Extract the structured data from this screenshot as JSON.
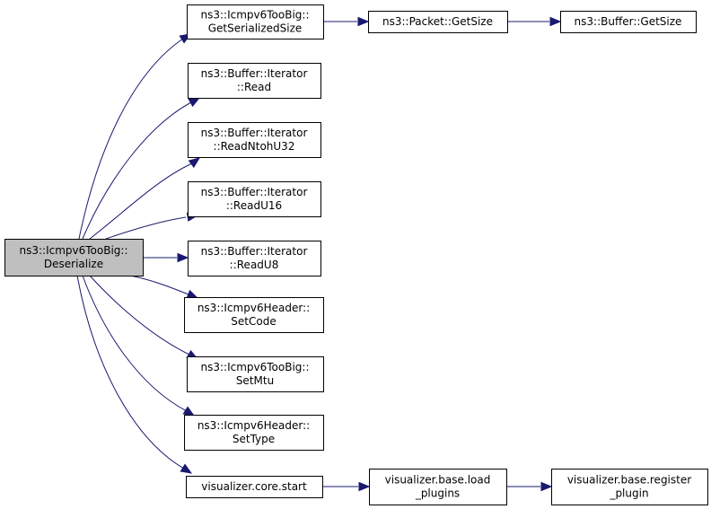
{
  "nodes": [
    {
      "id": "root",
      "lines": [
        "ns3::Icmpv6TooBig::",
        "Deserialize"
      ],
      "root": true
    },
    {
      "id": "getserializedsize",
      "lines": [
        "ns3::Icmpv6TooBig::",
        "GetSerializedSize"
      ]
    },
    {
      "id": "packet-getsize",
      "lines": [
        "ns3::Packet::GetSize"
      ]
    },
    {
      "id": "buffer-getsize",
      "lines": [
        "ns3::Buffer::GetSize"
      ]
    },
    {
      "id": "iter-read",
      "lines": [
        "ns3::Buffer::Iterator",
        "::Read"
      ]
    },
    {
      "id": "iter-readntohu32",
      "lines": [
        "ns3::Buffer::Iterator",
        "::ReadNtohU32"
      ]
    },
    {
      "id": "iter-readu16",
      "lines": [
        "ns3::Buffer::Iterator",
        "::ReadU16"
      ]
    },
    {
      "id": "iter-readu8",
      "lines": [
        "ns3::Buffer::Iterator",
        "::ReadU8"
      ]
    },
    {
      "id": "setcode",
      "lines": [
        "ns3::Icmpv6Header::",
        "SetCode"
      ]
    },
    {
      "id": "setmtu",
      "lines": [
        "ns3::Icmpv6TooBig::",
        "SetMtu"
      ]
    },
    {
      "id": "settype",
      "lines": [
        "ns3::Icmpv6Header::",
        "SetType"
      ]
    },
    {
      "id": "vis-core-start",
      "lines": [
        "visualizer.core.start"
      ]
    },
    {
      "id": "vis-load-plugins",
      "lines": [
        "visualizer.base.load",
        "_plugins"
      ]
    },
    {
      "id": "vis-register-plugin",
      "lines": [
        "visualizer.base.register",
        "_plugin"
      ]
    }
  ],
  "edges": [
    {
      "from": "root",
      "to": "getserializedsize"
    },
    {
      "from": "getserializedsize",
      "to": "packet-getsize"
    },
    {
      "from": "packet-getsize",
      "to": "buffer-getsize"
    },
    {
      "from": "root",
      "to": "iter-read"
    },
    {
      "from": "root",
      "to": "iter-readntohu32"
    },
    {
      "from": "root",
      "to": "iter-readu16"
    },
    {
      "from": "root",
      "to": "iter-readu8"
    },
    {
      "from": "root",
      "to": "setcode"
    },
    {
      "from": "root",
      "to": "setmtu"
    },
    {
      "from": "root",
      "to": "settype"
    },
    {
      "from": "root",
      "to": "vis-core-start"
    },
    {
      "from": "vis-core-start",
      "to": "vis-load-plugins"
    },
    {
      "from": "vis-load-plugins",
      "to": "vis-register-plugin"
    }
  ],
  "colors": {
    "edge": "#191970",
    "root_fill": "#bfbfbf",
    "node_fill": "#ffffff",
    "node_border": "#000000"
  }
}
